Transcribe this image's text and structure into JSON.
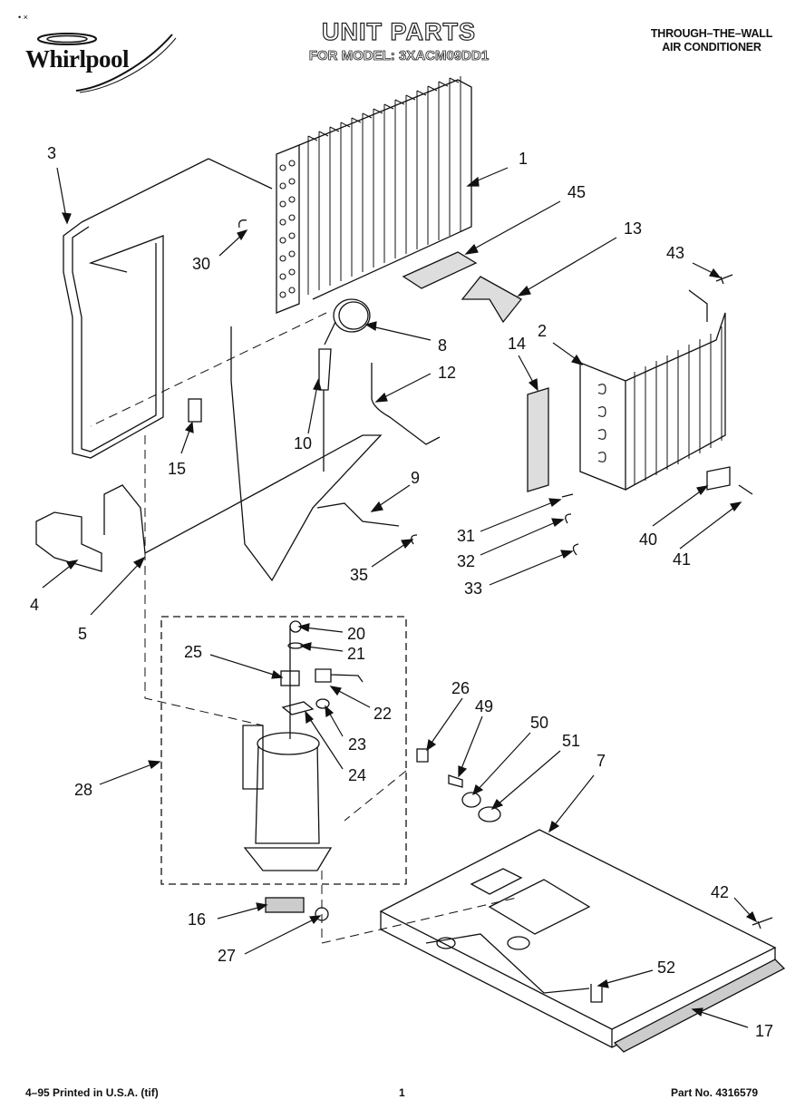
{
  "header": {
    "brand": "Whirlpool",
    "corner_mark": "• ×",
    "title": "UNIT PARTS",
    "subtitle": "FOR MODEL: 3XACM09DD1",
    "category_line1": "THROUGH–THE–WALL",
    "category_line2": "AIR CONDITIONER"
  },
  "callouts": [
    {
      "id": "c1",
      "label": "1"
    },
    {
      "id": "c2",
      "label": "2"
    },
    {
      "id": "c3",
      "label": "3"
    },
    {
      "id": "c4",
      "label": "4"
    },
    {
      "id": "c5",
      "label": "5"
    },
    {
      "id": "c7",
      "label": "7"
    },
    {
      "id": "c8",
      "label": "8"
    },
    {
      "id": "c9",
      "label": "9"
    },
    {
      "id": "c10",
      "label": "10"
    },
    {
      "id": "c12",
      "label": "12"
    },
    {
      "id": "c13",
      "label": "13"
    },
    {
      "id": "c14",
      "label": "14"
    },
    {
      "id": "c15",
      "label": "15"
    },
    {
      "id": "c16",
      "label": "16"
    },
    {
      "id": "c17",
      "label": "17"
    },
    {
      "id": "c20",
      "label": "20"
    },
    {
      "id": "c21",
      "label": "21"
    },
    {
      "id": "c22",
      "label": "22"
    },
    {
      "id": "c23",
      "label": "23"
    },
    {
      "id": "c24",
      "label": "24"
    },
    {
      "id": "c25",
      "label": "25"
    },
    {
      "id": "c26",
      "label": "26"
    },
    {
      "id": "c27",
      "label": "27"
    },
    {
      "id": "c28",
      "label": "28"
    },
    {
      "id": "c30",
      "label": "30"
    },
    {
      "id": "c31",
      "label": "31"
    },
    {
      "id": "c32",
      "label": "32"
    },
    {
      "id": "c33",
      "label": "33"
    },
    {
      "id": "c35",
      "label": "35"
    },
    {
      "id": "c40",
      "label": "40"
    },
    {
      "id": "c41",
      "label": "41"
    },
    {
      "id": "c42",
      "label": "42"
    },
    {
      "id": "c43",
      "label": "43"
    },
    {
      "id": "c45",
      "label": "45"
    },
    {
      "id": "c49",
      "label": "49"
    },
    {
      "id": "c50",
      "label": "50"
    },
    {
      "id": "c51",
      "label": "51"
    },
    {
      "id": "c52",
      "label": "52"
    }
  ],
  "footer": {
    "print_info": "4–95 Printed in U.S.A. (tif)",
    "page_number": "1",
    "part_number": "Part No. 4316579"
  }
}
